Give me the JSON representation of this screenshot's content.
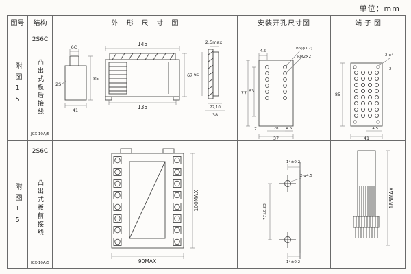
{
  "page": {
    "unit_label": "单位：mm"
  },
  "table": {
    "headers": {
      "fig_no": "图号",
      "structure": "结构",
      "outline": "外形尺寸图",
      "install": "安装开孔尺寸图",
      "terminal": "端子图"
    }
  },
  "rows": [
    {
      "fig_no": "附图15",
      "structure": {
        "model": "2S6C",
        "desc": "凸出式板后接线",
        "part_no": "JCX-10A/5"
      },
      "outline": {
        "v1_top": "6C",
        "v1_left": "2S",
        "v1_right": "85",
        "v1_bottom": "41",
        "v2_top": "145",
        "v2_bottom": "135",
        "v2_right": "67",
        "v3_top": "2.5max",
        "v3_left": "60",
        "v3_bottom1": "22,10",
        "v3_bottom2": "38"
      },
      "install": {
        "top_left": "4.5",
        "hole_label": "B6(φ3.2)",
        "thread_label": "RM2×2",
        "left_outer": "77",
        "left_inner": "63",
        "bottom_left": "7",
        "bottom_inner": "28",
        "bottom_right": "4.5",
        "bottom_outer": "37"
      },
      "terminal": {
        "hole_label": "2-φ4",
        "pitch": "2",
        "left": "85",
        "bottom_inner": "14.5",
        "bottom_outer": "41"
      }
    },
    {
      "fig_no": "附图15",
      "structure": {
        "model": "2S6C",
        "desc": "凸出式板前接线",
        "part_no": "JCX-10A/5"
      },
      "outline": {
        "bottom": "90MAX",
        "right": "100MAX"
      },
      "install": {
        "top": "14±0.2",
        "hole_label": "2-φ4.5",
        "left": "77±0.23",
        "bottom": "14±0.2"
      },
      "terminal": {
        "right": "185MAX"
      }
    }
  ]
}
